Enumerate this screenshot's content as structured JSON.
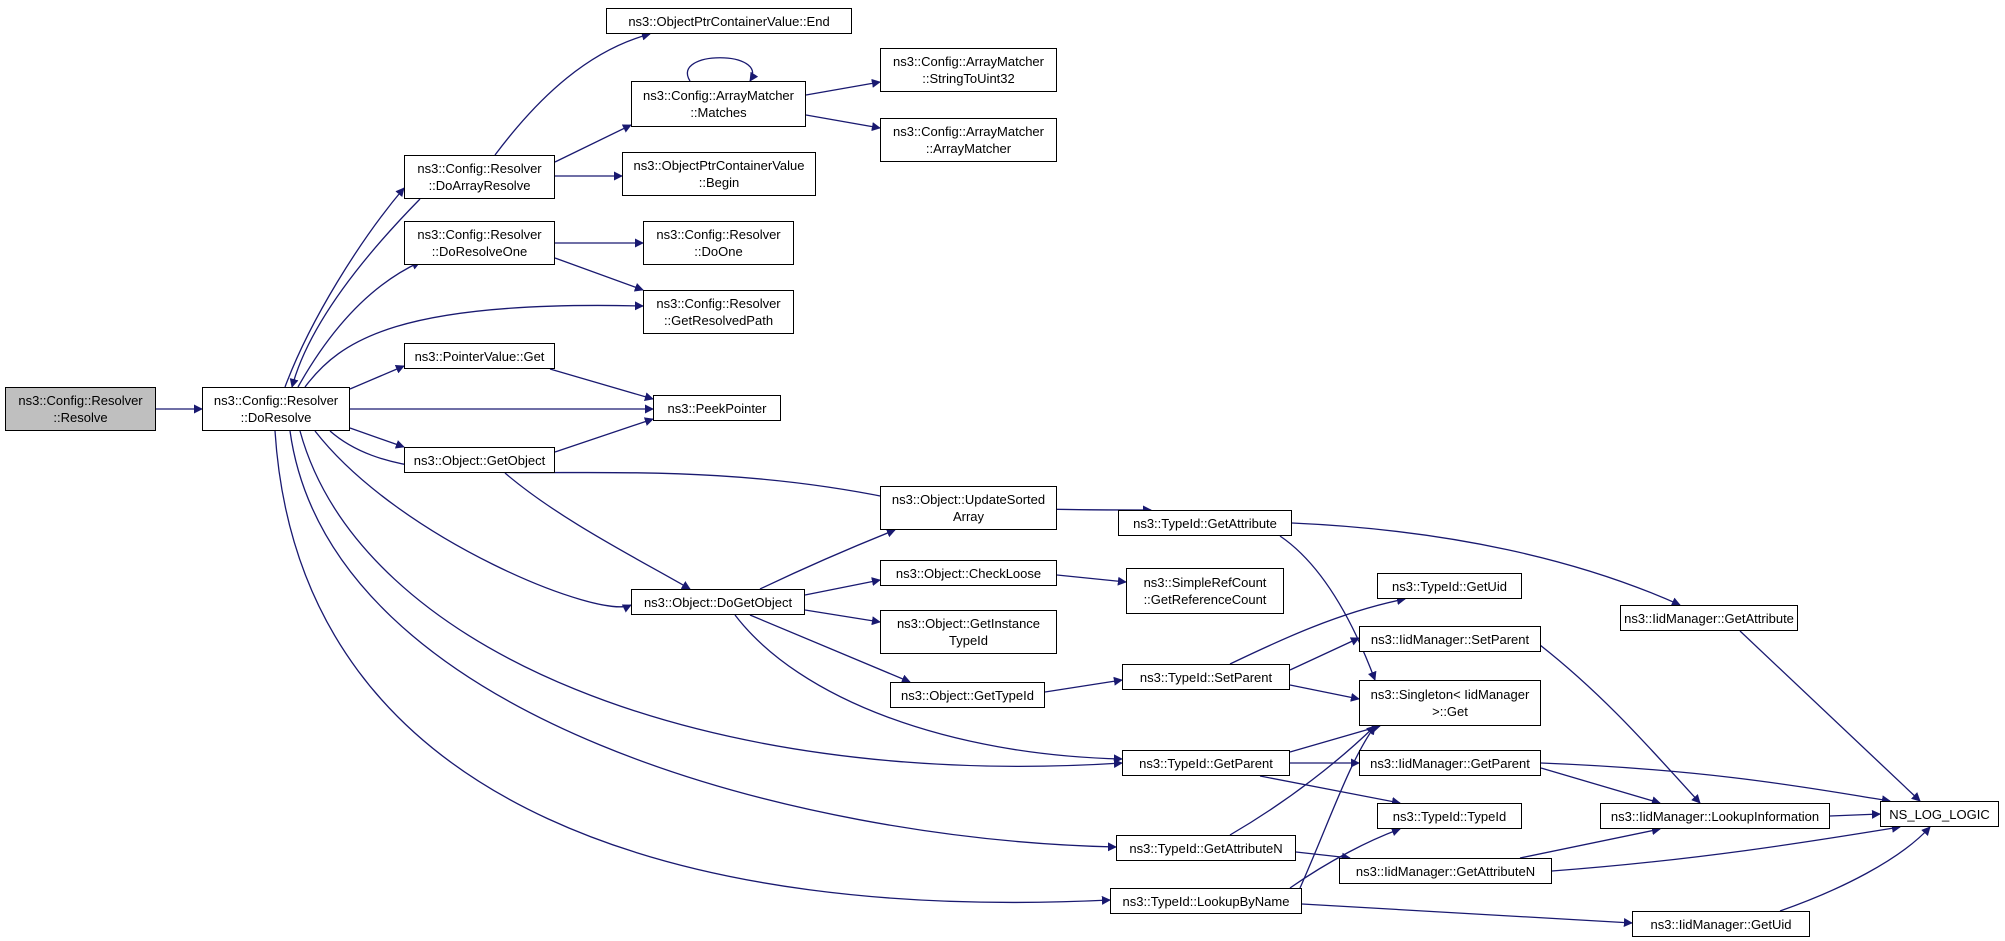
{
  "colors": {
    "edge": "#191970",
    "node_border": "#000000",
    "root_fill": "#bfbfbf",
    "node_fill": "#ffffff"
  },
  "nodes": {
    "resolve": {
      "lines": [
        "ns3::Config::Resolver",
        "::Resolve"
      ]
    },
    "doresolve": {
      "lines": [
        "ns3::Config::Resolver",
        "::DoResolve"
      ]
    },
    "end": {
      "lines": [
        "ns3::ObjectPtrContainerValue::End"
      ]
    },
    "doarrayresolve": {
      "lines": [
        "ns3::Config::Resolver",
        "::DoArrayResolve"
      ]
    },
    "matches": {
      "lines": [
        "ns3::Config::ArrayMatcher",
        "::Matches"
      ]
    },
    "stringtouint32": {
      "lines": [
        "ns3::Config::ArrayMatcher",
        "::StringToUint32"
      ]
    },
    "arraymatcher": {
      "lines": [
        "ns3::Config::ArrayMatcher",
        "::ArrayMatcher"
      ]
    },
    "begin": {
      "lines": [
        "ns3::ObjectPtrContainerValue",
        "::Begin"
      ]
    },
    "doresolveone": {
      "lines": [
        "ns3::Config::Resolver",
        "::DoResolveOne"
      ]
    },
    "doone": {
      "lines": [
        "ns3::Config::Resolver",
        "::DoOne"
      ]
    },
    "getresolvedpath": {
      "lines": [
        "ns3::Config::Resolver",
        "::GetResolvedPath"
      ]
    },
    "pointervalueget": {
      "lines": [
        "ns3::PointerValue::Get"
      ]
    },
    "peekpointer": {
      "lines": [
        "ns3::PeekPointer"
      ]
    },
    "getobject": {
      "lines": [
        "ns3::Object::GetObject"
      ]
    },
    "updatesortedarray": {
      "lines": [
        "ns3::Object::UpdateSorted",
        "Array"
      ]
    },
    "getattribute": {
      "lines": [
        "ns3::TypeId::GetAttribute"
      ]
    },
    "dogetobject": {
      "lines": [
        "ns3::Object::DoGetObject"
      ]
    },
    "checkloose": {
      "lines": [
        "ns3::Object::CheckLoose"
      ]
    },
    "getreferencecount": {
      "lines": [
        "ns3::SimpleRefCount",
        "::GetReferenceCount"
      ]
    },
    "getinstancetypeid": {
      "lines": [
        "ns3::Object::GetInstance",
        "TypeId"
      ]
    },
    "gettypeid": {
      "lines": [
        "ns3::Object::GetTypeId"
      ]
    },
    "getuid": {
      "lines": [
        "ns3::TypeId::GetUid"
      ]
    },
    "iidgetattribute": {
      "lines": [
        "ns3::IidManager::GetAttribute"
      ]
    },
    "iidsetparent": {
      "lines": [
        "ns3::IidManager::SetParent"
      ]
    },
    "setparent": {
      "lines": [
        "ns3::TypeId::SetParent"
      ]
    },
    "singletonget": {
      "lines": [
        "ns3::Singleton< IidManager",
        ">::Get"
      ]
    },
    "getparent": {
      "lines": [
        "ns3::TypeId::GetParent"
      ]
    },
    "iidgetparent": {
      "lines": [
        "ns3::IidManager::GetParent"
      ]
    },
    "typeidtypeid": {
      "lines": [
        "ns3::TypeId::TypeId"
      ]
    },
    "lookupinformation": {
      "lines": [
        "ns3::IidManager::LookupInformation"
      ]
    },
    "nsloglogic": {
      "lines": [
        "NS_LOG_LOGIC"
      ]
    },
    "getattributen": {
      "lines": [
        "ns3::TypeId::GetAttributeN"
      ]
    },
    "iidgetattributen": {
      "lines": [
        "ns3::IidManager::GetAttributeN"
      ]
    },
    "lookupbyname": {
      "lines": [
        "ns3::TypeId::LookupByName"
      ]
    },
    "iidgetuid": {
      "lines": [
        "ns3::IidManager::GetUid"
      ]
    }
  }
}
